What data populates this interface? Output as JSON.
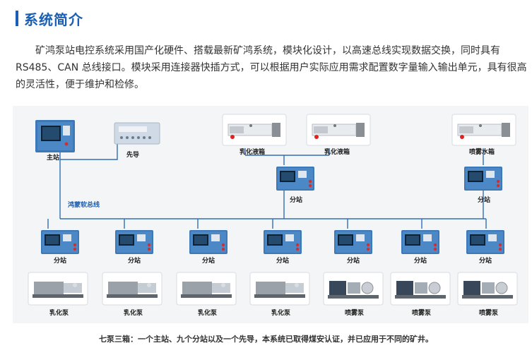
{
  "section": {
    "title": "系统简介",
    "paragraph": "矿鸿泵站电控系统采用国产化硬件、搭载最新矿鸿系统，模块化设计，以高速总线实现数据交换，同时具有 RS485、CAN 总线接口。模块采用连接器快插方式，可以根据用户实际应用需求配置数字量输入输出单元，具有很高的灵活性，便于维护和检修。"
  },
  "diagram": {
    "main_station": "主站",
    "pilot": "先导",
    "bus": "鸿蒙软总线",
    "tank1": "乳化液箱",
    "tank2": "乳化液箱",
    "tank3": "喷雾水箱",
    "sub_station": "分站",
    "pumps": [
      "乳化泵",
      "乳化泵",
      "乳化泵",
      "乳化泵",
      "喷雾泵",
      "喷雾泵",
      "喷雾泵"
    ]
  },
  "caption": "七泵三箱：一个主站、九个分站以及一个先导，本系统已取得煤安认证，并已应用于不同的矿井。"
}
